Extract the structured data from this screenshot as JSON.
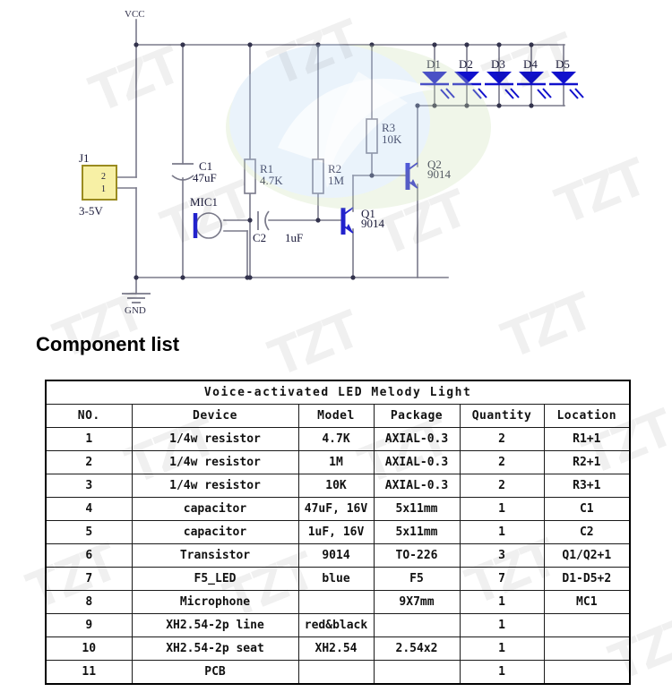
{
  "schematic": {
    "net_labels": {
      "vcc": "VCC",
      "gnd": "GND"
    },
    "connector": {
      "ref": "J1",
      "pin_top": "2",
      "pin_bottom": "1",
      "voltage": "3-5V"
    },
    "components": [
      {
        "ref": "C1",
        "value": "47uF"
      },
      {
        "ref": "C2",
        "value": "1uF"
      },
      {
        "ref": "MIC1",
        "value": ""
      },
      {
        "ref": "R1",
        "value": "4.7K"
      },
      {
        "ref": "R2",
        "value": "1M"
      },
      {
        "ref": "R3",
        "value": "10K"
      },
      {
        "ref": "Q1",
        "value": "9014"
      },
      {
        "ref": "Q2",
        "value": "9014"
      }
    ],
    "leds": [
      "D1",
      "D2",
      "D3",
      "D4",
      "D5"
    ],
    "colors": {
      "wire": "#7a7a8a",
      "device": "#2222cc",
      "connector_fill": "#f7f0a5",
      "connector_stroke": "#9a8b20"
    }
  },
  "heading": "Component list",
  "bom": {
    "title": "Voice-activated LED Melody Light",
    "columns": [
      "NO.",
      "Device",
      "Model",
      "Package",
      "Quantity",
      "Location"
    ],
    "rows": [
      {
        "no": "1",
        "device": "1/4w resistor",
        "model": "4.7K",
        "package": "AXIAL-0.3",
        "quantity": "2",
        "location": "R1+1"
      },
      {
        "no": "2",
        "device": "1/4w resistor",
        "model": "1M",
        "package": "AXIAL-0.3",
        "quantity": "2",
        "location": "R2+1"
      },
      {
        "no": "3",
        "device": "1/4w resistor",
        "model": "10K",
        "package": "AXIAL-0.3",
        "quantity": "2",
        "location": "R3+1"
      },
      {
        "no": "4",
        "device": "capacitor",
        "model": "47uF, 16V",
        "package": "5x11mm",
        "quantity": "1",
        "location": "C1"
      },
      {
        "no": "5",
        "device": "capacitor",
        "model": "1uF, 16V",
        "package": "5x11mm",
        "quantity": "1",
        "location": "C2"
      },
      {
        "no": "6",
        "device": "Transistor",
        "model": "9014",
        "package": "TO-226",
        "quantity": "3",
        "location": "Q1/Q2+1"
      },
      {
        "no": "7",
        "device": "F5_LED",
        "model": "blue",
        "package": "F5",
        "quantity": "7",
        "location": "D1-D5+2"
      },
      {
        "no": "8",
        "device": "Microphone",
        "model": "",
        "package": "9X7mm",
        "quantity": "1",
        "location": "MC1"
      },
      {
        "no": "9",
        "device": "XH2.54-2p line",
        "model": "red&black",
        "package": "",
        "quantity": "1",
        "location": ""
      },
      {
        "no": "10",
        "device": "XH2.54-2p seat",
        "model": "XH2.54",
        "package": "2.54x2",
        "quantity": "1",
        "location": ""
      },
      {
        "no": "11",
        "device": "PCB",
        "model": "",
        "package": "",
        "quantity": "1",
        "location": ""
      }
    ]
  },
  "watermark": {
    "text": "TZT"
  }
}
